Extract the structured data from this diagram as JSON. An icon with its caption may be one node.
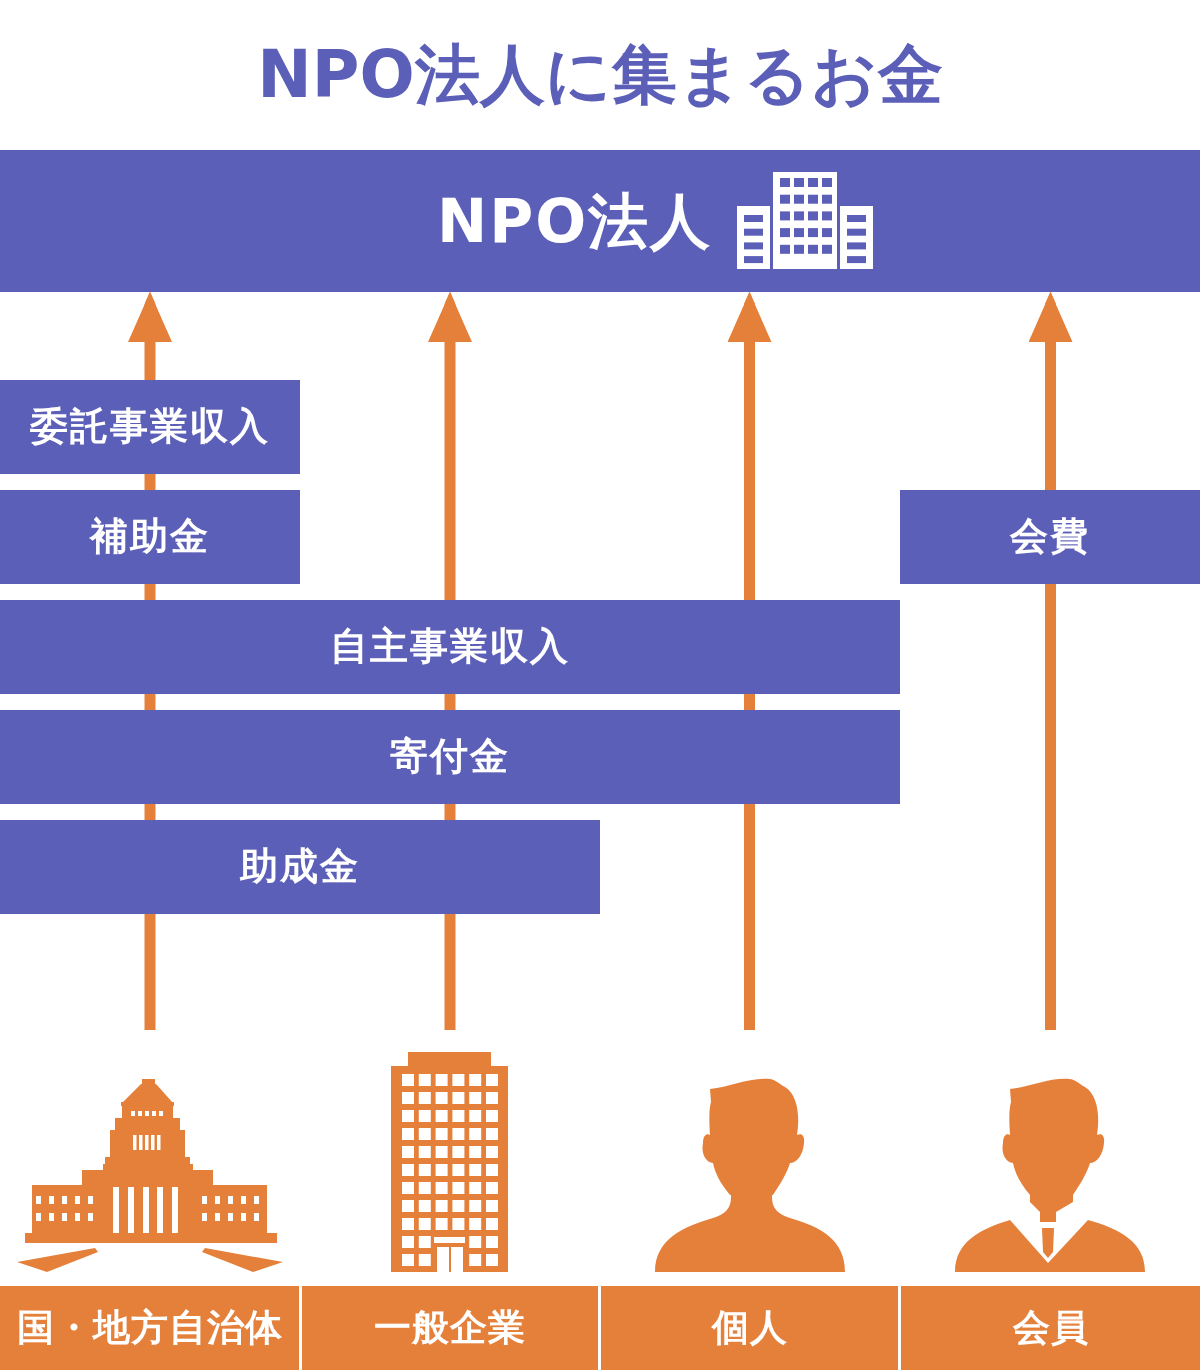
{
  "diagram": {
    "title": "NPO法人に集まるお金",
    "nodes": [
      {
        "text": [
          "NPO法人"
        ]
      },
      {
        "text": [
          "委託事業収入"
        ]
      },
      {
        "text": [
          "補助金"
        ]
      },
      {
        "text": [
          "会費"
        ]
      },
      {
        "text": [
          "自主事業収入"
        ]
      },
      {
        "text": [
          "寄付金"
        ]
      },
      {
        "text": [
          "助成金"
        ]
      },
      {
        "text": [
          "国・地方自治体"
        ]
      },
      {
        "text": [
          "一般企業"
        ]
      },
      {
        "text": [
          "個人"
        ]
      },
      {
        "text": [
          "会員"
        ]
      }
    ],
    "edges": [
      {
        "from": 7,
        "to": 6,
        "arrow": "none"
      },
      {
        "from": 6,
        "to": 5,
        "arrow": "none"
      },
      {
        "from": 5,
        "to": 4,
        "arrow": "none"
      },
      {
        "from": 4,
        "to": 2,
        "arrow": "none"
      },
      {
        "from": 2,
        "to": 1,
        "arrow": "none"
      },
      {
        "from": 1,
        "to": 0,
        "arrow": "to"
      },
      {
        "from": 8,
        "to": 6,
        "arrow": "none"
      },
      {
        "from": 6,
        "to": 5,
        "arrow": "none"
      },
      {
        "from": 5,
        "to": 4,
        "arrow": "none"
      },
      {
        "from": 4,
        "to": 0,
        "arrow": "to"
      },
      {
        "from": 9,
        "to": 5,
        "arrow": "none"
      },
      {
        "from": 5,
        "to": 4,
        "arrow": "none"
      },
      {
        "from": 4,
        "to": 0,
        "arrow": "to"
      },
      {
        "from": 10,
        "to": 3,
        "arrow": "none"
      },
      {
        "from": 3,
        "to": 0,
        "arrow": "to"
      }
    ]
  }
}
